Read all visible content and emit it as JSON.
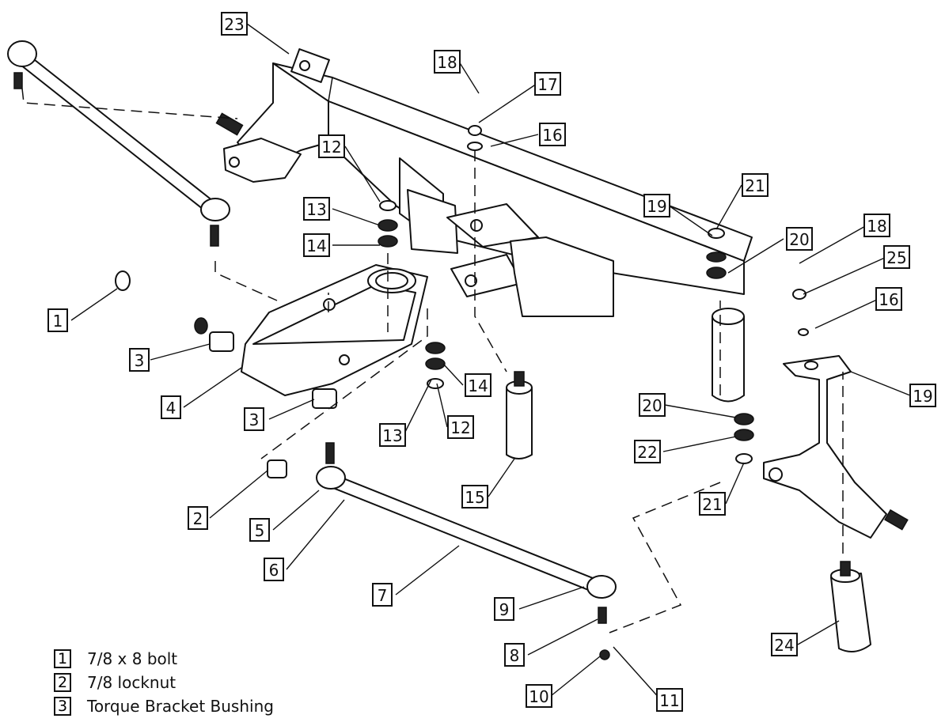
{
  "callouts": [
    "23",
    "18",
    "17",
    "16",
    "12",
    "13",
    "14",
    "19",
    "21",
    "20",
    "18",
    "25",
    "16",
    "1",
    "3",
    "4",
    "3",
    "14",
    "13",
    "12",
    "20",
    "22",
    "19",
    "2",
    "5",
    "15",
    "21",
    "6",
    "7",
    "9",
    "8",
    "24",
    "10",
    "11"
  ],
  "legend": [
    {
      "num": "1",
      "desc": "7/8 x 8 bolt"
    },
    {
      "num": "2",
      "desc": "7/8 locknut"
    },
    {
      "num": "3",
      "desc": "Torque Bracket Bushing"
    }
  ]
}
